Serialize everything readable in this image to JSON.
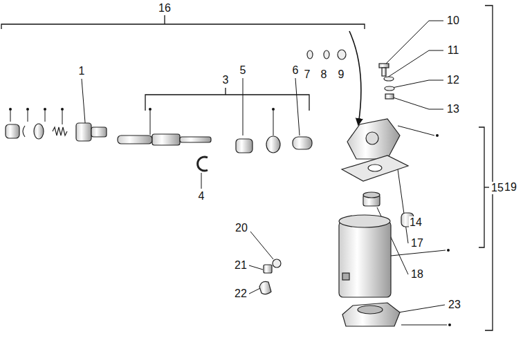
{
  "diagram": {
    "labels": [
      "16",
      "3",
      "1",
      "4",
      "5",
      "6",
      "7",
      "8",
      "9",
      "10",
      "11",
      "12",
      "13",
      "14",
      "15",
      "17",
      "18",
      "19",
      "20",
      "21",
      "22",
      "23"
    ]
  }
}
